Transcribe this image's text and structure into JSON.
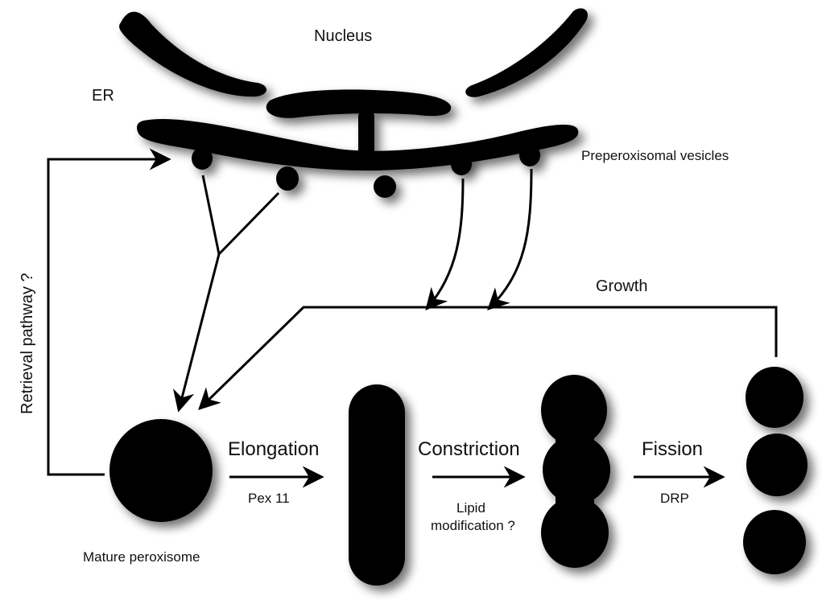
{
  "labels": {
    "nucleus": "Nucleus",
    "er": "ER",
    "preperoxisomal_vesicles": "Preperoxisomal vesicles",
    "retrieval_pathway": "Retrieval pathway ?",
    "growth": "Growth",
    "elongation": "Elongation",
    "pex11": "Pex 11",
    "constriction": "Constriction",
    "lipid_line1": "Lipid",
    "lipid_line2": "modification ?",
    "fission": "Fission",
    "drp": "DRP",
    "mature_peroxisome": "Mature peroxisome"
  },
  "colors": {
    "ink": "#000000",
    "shadow": "#7a7a7a",
    "background": "#ffffff"
  }
}
